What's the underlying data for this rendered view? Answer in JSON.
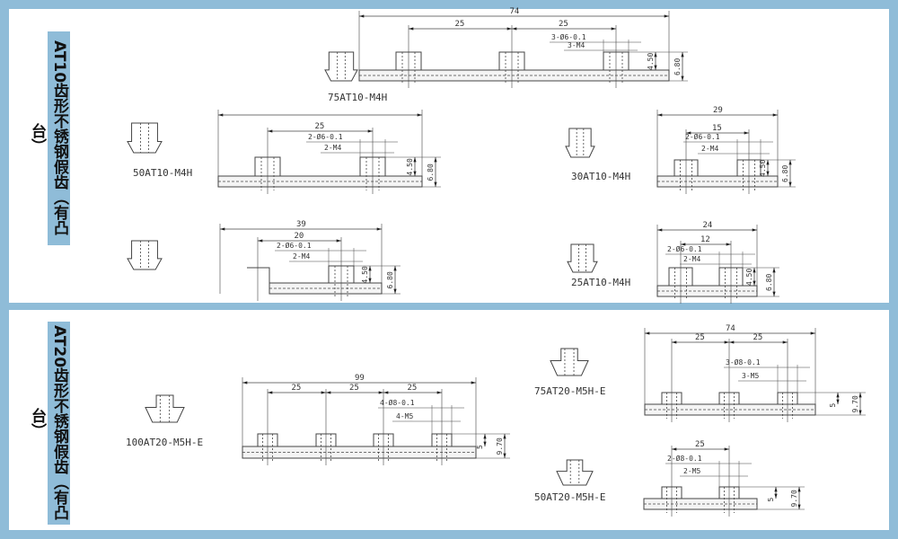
{
  "panels": [
    {
      "title": "AT10齿形不锈钢假齿（有凸台）",
      "drawings": [
        {
          "part": "75AT10-M4H",
          "total": "74",
          "spacing": [
            "25",
            "25"
          ],
          "hole": "3-Ø6-0.1",
          "thread": "3-M4",
          "h1": "4.50",
          "h2": "6.80"
        },
        {
          "part": "50AT10-M4H",
          "total": "",
          "spacing": [
            "25"
          ],
          "hole": "2-Ø6-0.1",
          "thread": "2-M4",
          "h1": "4.50",
          "h2": "6.80"
        },
        {
          "part": "",
          "total": "39",
          "spacing": [
            "20"
          ],
          "hole": "2-Ø6-0.1",
          "thread": "2-M4",
          "h1": "4.50",
          "h2": "6.80"
        },
        {
          "part": "30AT10-M4H",
          "total": "29",
          "spacing": [
            "15"
          ],
          "hole": "2-Ø6-0.1",
          "thread": "2-M4",
          "h1": "4.50",
          "h2": "6.80"
        },
        {
          "part": "25AT10-M4H",
          "total": "24",
          "spacing": [
            "12"
          ],
          "hole": "2-Ø6-0.1",
          "thread": "2-M4",
          "h1": "4.50",
          "h2": "6.80"
        }
      ]
    },
    {
      "title": "AT20齿形不锈钢假齿（有凸台）",
      "drawings": [
        {
          "part": "100AT20-M5H-E",
          "total": "99",
          "spacing": [
            "25",
            "25",
            "25"
          ],
          "hole": "4-Ø8-0.1",
          "thread": "4-M5",
          "h1": "5",
          "h2": "9.70"
        },
        {
          "part": "75AT20-M5H-E",
          "total": "74",
          "spacing": [
            "25",
            "25"
          ],
          "hole": "3-Ø8-0.1",
          "thread": "3-M5",
          "h1": "5",
          "h2": "9.70"
        },
        {
          "part": "50AT20-M5H-E",
          "total": "",
          "spacing": [
            "25"
          ],
          "hole": "2-Ø8-0.1",
          "thread": "2-M5",
          "h1": "5",
          "h2": "9.70"
        }
      ]
    }
  ]
}
